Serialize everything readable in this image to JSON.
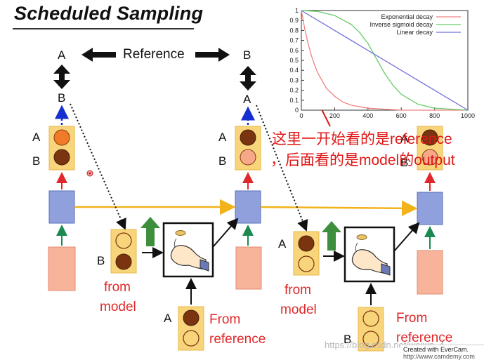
{
  "title": "Scheduled Sampling",
  "reference_label": "Reference",
  "top_labels": {
    "left_top": "A",
    "left_bottom": "B",
    "mid_top": "B",
    "mid_bottom": "A"
  },
  "ab": {
    "a": "A",
    "b": "B"
  },
  "captions": {
    "from_model_1": [
      "from",
      "model"
    ],
    "from_model_2": [
      "from",
      "model"
    ],
    "from_reference_1": [
      "From",
      "reference"
    ],
    "from_reference_2": [
      "From",
      "reference"
    ]
  },
  "annotation": {
    "line1": "这里一开始看的是reference",
    "line2": "，后面看的是model的output"
  },
  "watermark": "https://blog.csdn.net/weixin_4...",
  "evercam": {
    "line1": "Created with EverCam.",
    "line2": "http://www.camdemy.com"
  },
  "colors": {
    "exponential": "#f08080",
    "inverse_sigmoid": "#66cc66",
    "linear": "#7070dd",
    "rnn_block": "#8fa0dc",
    "input_block": "#f7b49b",
    "output_box": "#f8d47a",
    "annotation": "#e01818"
  },
  "chart_data": {
    "type": "line",
    "title": "",
    "xlabel": "",
    "ylabel": "",
    "xlim": [
      0,
      1000
    ],
    "ylim": [
      0,
      1
    ],
    "xticks": [
      "0",
      "200",
      "400",
      "600",
      "800",
      "1000"
    ],
    "yticks": [
      "0",
      "0.1",
      "0.2",
      "0.3",
      "0.4",
      "0.5",
      "0.6",
      "0.7",
      "0.8",
      "0.9",
      "1"
    ],
    "legend_position": "top-right",
    "series": [
      {
        "name": "Exponential decay",
        "x": [
          0,
          20,
          40,
          60,
          80,
          100,
          150,
          200,
          250,
          300,
          400,
          500,
          600,
          800,
          1000
        ],
        "values": [
          1.0,
          0.82,
          0.67,
          0.55,
          0.45,
          0.37,
          0.22,
          0.14,
          0.08,
          0.05,
          0.02,
          0.01,
          0.0,
          0.0,
          0.0
        ]
      },
      {
        "name": "Inverse sigmoid decay",
        "x": [
          0,
          100,
          200,
          300,
          350,
          400,
          450,
          500,
          550,
          600,
          700,
          800,
          1000
        ],
        "values": [
          1.0,
          0.99,
          0.95,
          0.86,
          0.78,
          0.67,
          0.52,
          0.37,
          0.25,
          0.16,
          0.06,
          0.02,
          0.0
        ]
      },
      {
        "name": "Linear decay",
        "x": [
          0,
          1000
        ],
        "values": [
          1.0,
          0.0
        ]
      }
    ]
  }
}
